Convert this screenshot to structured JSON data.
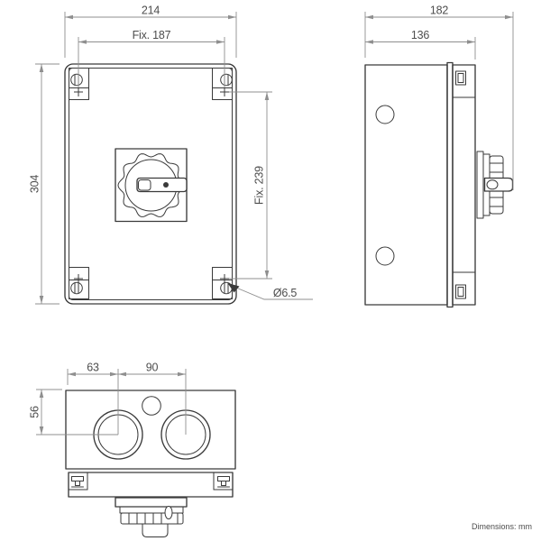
{
  "front": {
    "width": "214",
    "fix_width": "Fix. 187",
    "height": "304",
    "fix_height": "Fix. 239",
    "hole_diameter": "Ø6.5"
  },
  "side": {
    "overall_depth": "182",
    "body_depth": "136"
  },
  "bottom": {
    "hole_offset": "63",
    "hole_spacing": "90",
    "edge_to_hole": "56"
  },
  "note": "Dimensions: mm",
  "colors": {
    "line": "#3a3a3a",
    "dim": "#8f8f8f",
    "text": "#4d4d4d",
    "background": "#ffffff"
  }
}
